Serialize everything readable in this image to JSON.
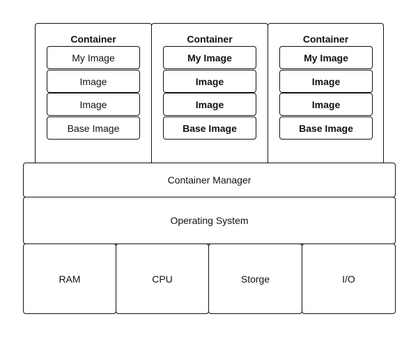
{
  "containers": [
    {
      "title": "Container",
      "bold_images": false,
      "images": [
        "My Image",
        "Image",
        "Image",
        "Base Image"
      ]
    },
    {
      "title": "Container",
      "bold_images": true,
      "images": [
        "My Image",
        "Image",
        "Image",
        "Base Image"
      ]
    },
    {
      "title": "Container",
      "bold_images": true,
      "images": [
        "My Image",
        "Image",
        "Image",
        "Base Image"
      ]
    }
  ],
  "layers": {
    "container_manager": "Container Manager",
    "operating_system": "Operating System"
  },
  "hardware": [
    "RAM",
    "CPU",
    "Storge",
    "I/O"
  ]
}
